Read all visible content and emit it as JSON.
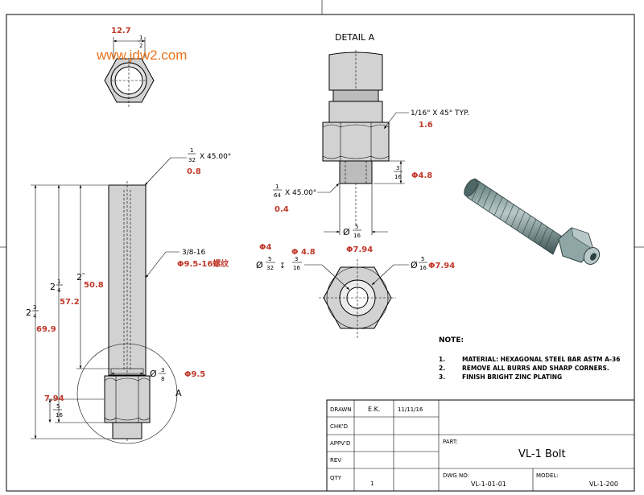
{
  "watermark": "www.jdw2.com",
  "top_view": {
    "dim": "12.7",
    "frac_num": "1",
    "frac_den": "2"
  },
  "side_view": {
    "chamfer_num": "1",
    "chamfer_den": "32",
    "chamfer_text": "X 45.00°",
    "chamfer_mm": "0.8",
    "thread_text": "3/8-16",
    "thread_mm": "Φ9.5-16螺纹",
    "len1_whole": "2",
    "len1_num": "3",
    "len1_den": "4",
    "len1_mm": "69.9",
    "len2_whole": "2",
    "len2_num": "1",
    "len2_den": "4",
    "len2_mm": "57.2",
    "len3_whole": "2",
    "len3_mark": "\"",
    "len3_mm": "50.8",
    "dia_sym": "Ø",
    "dia_num": "3",
    "dia_den": "8",
    "dia_mm": "Φ9.5",
    "hex_mm": "7.94",
    "hex_num": "5",
    "hex_den": "16",
    "detail_label": "A"
  },
  "detail": {
    "title": "DETAIL A",
    "chamfer_typ": "1/16\" X 45°  TYP.",
    "chamfer_typ_mm": "1.6",
    "len_num": "3",
    "len_den": "16",
    "len_mm": "Φ4.8",
    "chamfer2_num": "1",
    "chamfer2_den": "64",
    "chamfer2_text": "X 45.00°",
    "chamfer2_mm": "0.4",
    "dia_sym": "Ø",
    "dia_num": "5",
    "dia_den": "16",
    "dia_mm": "Φ7.94"
  },
  "end_view": {
    "hole_mm": "Φ4",
    "hole_depth_mm": "Φ 4.8",
    "hole_sym": "Ø",
    "hole_num": "5",
    "hole_den": "32",
    "depth_sym": "↧",
    "depth_num": "3",
    "depth_den": "16",
    "right_sym": "Ø",
    "right_num": "5",
    "right_den": "16",
    "right_mm": "Φ7.94"
  },
  "notes": {
    "title": "NOTE:",
    "items": [
      {
        "num": "1.",
        "text": "MATERIAL: HEXAGONAL STEEL BAR ASTM A-36"
      },
      {
        "num": "2.",
        "text": "REMOVE ALL BURRS AND SHARP CORNERS."
      },
      {
        "num": "3.",
        "text": "FINISH BRIGHT ZINC PLATING"
      }
    ]
  },
  "title_block": {
    "drawn_label": "DRAWN",
    "drawn_by": "E.K.",
    "drawn_date": "11/11/16",
    "chkd_label": "CHK'D",
    "apvd_label": "APPV'D",
    "rev_label": "REV",
    "qty_label": "QTY",
    "qty_value": "1",
    "part_label": "PART:",
    "part_value": "VL-1 Bolt",
    "dwg_label": "DWG NO:",
    "dwg_value": "VL-1-01-01",
    "model_label": "MODEL:",
    "model_value": "VL-1-200"
  },
  "colors": {
    "annotation_red": "#c0392b",
    "watermark_orange": "#e8731d"
  }
}
